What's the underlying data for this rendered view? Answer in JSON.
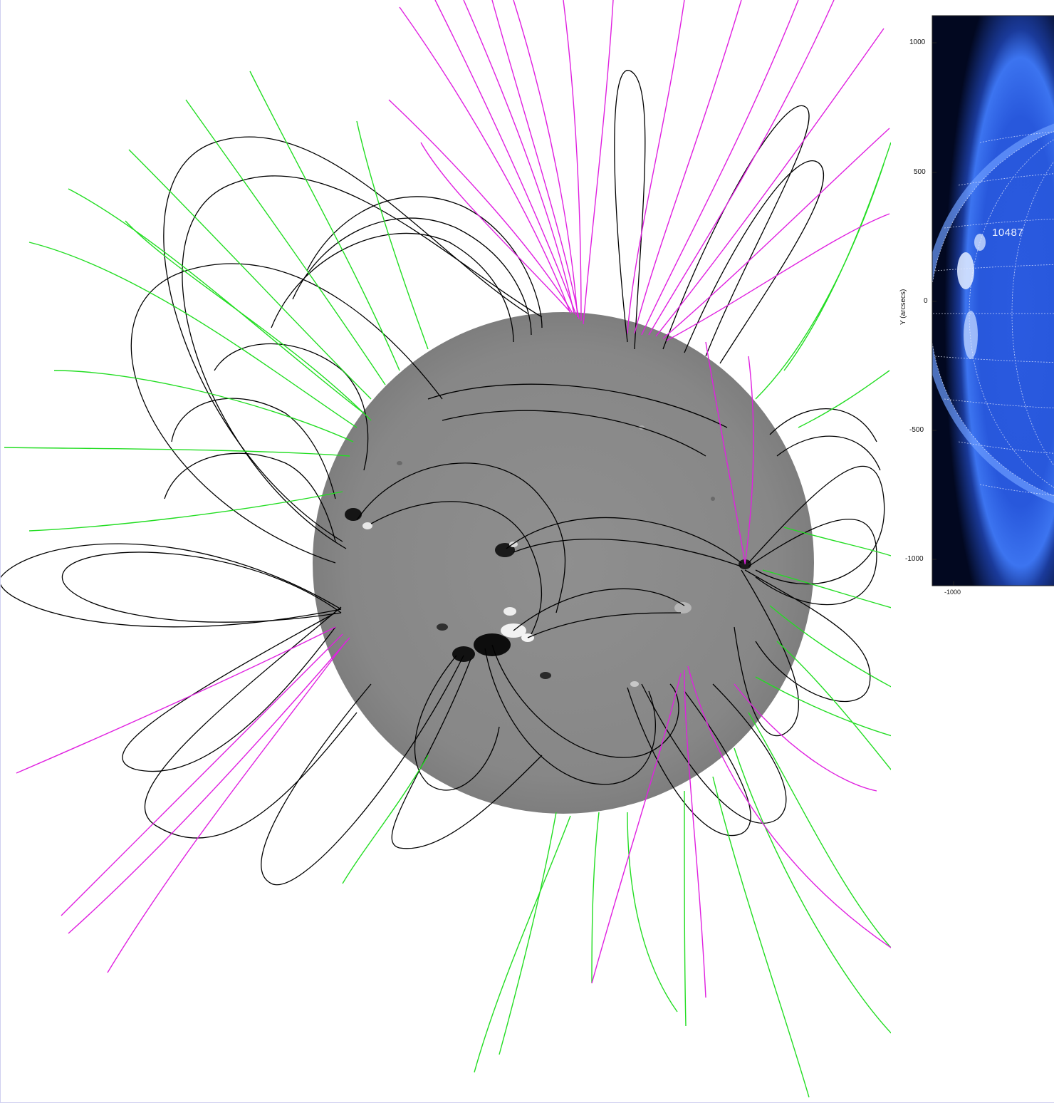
{
  "figure": {
    "line_colors": {
      "closed": "#000000",
      "open_positive": "#e020e0",
      "open_negative": "#22dd22"
    },
    "disk_color": "#8c8c8c",
    "euv_colors": {
      "background": "#000010",
      "corona": "#1a4fd0",
      "bright": "#cfe0ff"
    }
  },
  "euv_panel": {
    "y_axis_label": "Y (arcsecs)",
    "y_ticks": [
      "1000",
      "500",
      "0",
      "-500",
      "-1000"
    ],
    "x_ticks": [
      "-1000"
    ],
    "region_label": "10487"
  }
}
